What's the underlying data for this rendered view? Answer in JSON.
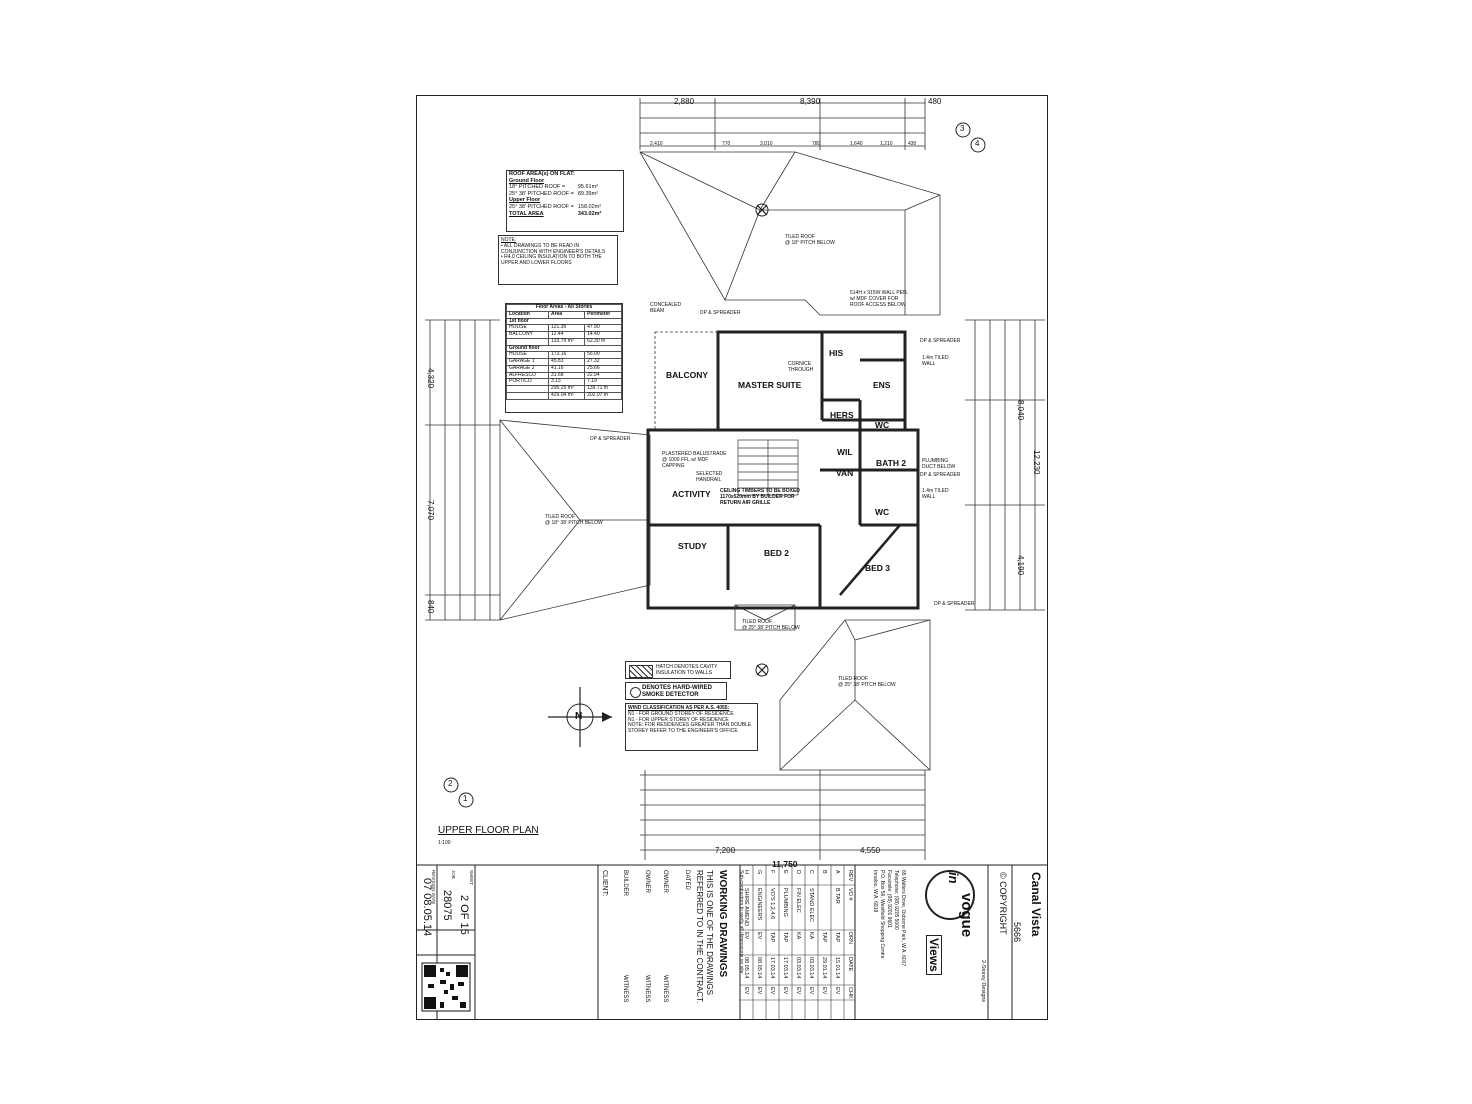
{
  "drawing": {
    "title": "UPPER FLOOR PLAN",
    "scale": "1:100",
    "top_dims": [
      "2,880",
      "8,390",
      "480",
      "2,410",
      "770",
      "3,010",
      "780",
      "1,640",
      "1,210",
      "430"
    ],
    "bottom_dims": [
      "7,200",
      "4,550",
      "11,750"
    ],
    "left_dims": [
      "4,320",
      "7,070",
      "840"
    ],
    "right_dims": [
      "8,040",
      "12,230",
      "4,190"
    ],
    "rooms": {
      "master_suite": "MASTER SUITE",
      "balcony": "BALCONY",
      "his": "HIS",
      "ens": "ENS",
      "hers": "HERS",
      "wc1": "WC",
      "wil": "WIL",
      "van": "VAN",
      "bath2": "BATH 2",
      "activity": "ACTIVITY",
      "wc2": "WC",
      "study": "STUDY",
      "bed2": "BED 2",
      "bed3": "BED 3"
    },
    "annotations": {
      "tiled_roof_top": "TILED ROOF\n@ 18° PITCH BELOW",
      "tiled_roof_left": "TILED ROOF\n@ 18° 38' PITCH BELOW",
      "tiled_roof_bottom": "TILED ROOF\n@ 25° 38' PITCH BELOW",
      "tiled_roof_small": "TILED ROOF\n@ 25° 38' PITCH BELOW",
      "dp_spreader_1": "DP & SPREADER",
      "dp_spreader_2": "DP & SPREADER",
      "dp_spreader_3": "DP & SPREADER",
      "dp_spreader_4": "DP & SPREADER",
      "dp_spreader_5": "DP & SPREADER",
      "concealed_beam": "CONCEALED\nBEAM",
      "wall_pen": "514H x 915W WALL PEN.\nw/ MDF COVER FOR\nROOF ACCESS BELOW",
      "cornice": "CORNICE\nTHROUGH",
      "ceiling_timbers": "CEILING TIMBERS TO BE BOXED\n1170x520mm BY BUILDER FOR\nRETURN AIR GRILLE",
      "plastered_balustrade": "PLASTERED BALUSTRADE\n@ 1000 FFL w/ MDF\nCAPPING",
      "selected_handrail": "SELECTED\nHANDRAIL",
      "plumbing_duct": "PLUMBING\nDUCT BELOW",
      "tiled_wall_1": "1.4m TILED\nWALL",
      "tiled_wall_2": "1.4m TILED\nWALL"
    },
    "roof_areas": {
      "heading": "ROOF AREA(s) ON FLAT:",
      "ground_floor": "Ground Floor",
      "row1_label": "18° PITCHED ROOF =",
      "row1_value": "95.61m²",
      "row2_label": "25° 38' PITCHED ROOF =",
      "row2_value": "89.39m²",
      "upper_floor": "Upper Floor",
      "row3_label": "25° 38' PITCHED ROOF =",
      "row3_value": "158.02m²",
      "total_label": "TOTAL AREA",
      "total_value": "343.02m²"
    },
    "notes": {
      "heading": "NOTE:",
      "line1": "• ALL DRAWINGS TO BE READ IN CONJUNCTION WITH ENGINEER'S DETAILS",
      "line2": "• R4.0 CEILING INSULATION TO BOTH THE UPPER AND LOWER FLOORS"
    },
    "floor_areas": {
      "heading": "Floor Areas - All Stories",
      "columns": [
        "Location",
        "Area",
        "Perimeter"
      ],
      "first_floor": "1st floor",
      "rows_first": [
        [
          "HOUSE",
          "121.35",
          "47.90"
        ],
        [
          "BALCONY",
          "12.44",
          "14.40"
        ],
        [
          "",
          "133.79 m²",
          "62.30 m"
        ]
      ],
      "ground_floor": "Ground floor",
      "rows_ground": [
        [
          "HOUSE",
          "173.16",
          "56.00"
        ],
        [
          "GARAGE 1",
          "45.83",
          "27.32"
        ],
        [
          "GARAGE 2",
          "41.16",
          "25.66"
        ],
        [
          "ALFRESCO",
          "31.68",
          "22.94"
        ],
        [
          "PORTICO",
          "3.13",
          "7.19"
        ],
        [
          "",
          "295.25 m²",
          "139.71 m"
        ],
        [
          "",
          "429.04 m²",
          "202.07 m"
        ]
      ]
    },
    "legend": {
      "hatch": "HATCH DENOTES CAVITY INSULATION TO WALLS",
      "smoke": "DENOTES HARD-WIRED SMOKE DETECTOR"
    },
    "wind": {
      "heading": "WIND CLASSIFICATION AS PER A.S. 4055:",
      "line1": "N1 - FOR GROUND STOREY OF RESIDENCE",
      "line2": "N1 - FOR UPPER STOREY OF RESIDENCE",
      "line3": "NOTE: FOR RESIDENCES GREATER THAN DOUBLE STOREY REFER TO THE ENGINEER'S OFFICE"
    },
    "north": "N",
    "section_markers": [
      "3",
      "4",
      "2",
      "1"
    ]
  },
  "title_block": {
    "project": "Canal Vista",
    "model_no": "5666",
    "copyright": "© COPYRIGHT",
    "brand_top": "in",
    "brand_mid": "vogue",
    "brand_bottom": "Views",
    "tagline": "2-Storey Designs",
    "address_lines": [
      "65 Walters Drive, Osborne Park, W.A. 6017",
      "Telephone: (08) 9205 5000",
      "Facsimile: (08) 9201 9601",
      "P.O. Box 56, Westfield Shopping Centre",
      "Innaloo, W.A. 6918"
    ],
    "revisions": [
      [
        "REV",
        "VO #",
        "DRN",
        "DATE",
        "CHK"
      ],
      [
        "A",
        "B TAR",
        "TAP",
        "15.01.14",
        "EV"
      ],
      [
        "B",
        "",
        "TAP",
        "29.01.14",
        "EV"
      ],
      [
        "C",
        "STAND ELEC",
        "KA",
        "03.03.14",
        "EV"
      ],
      [
        "D",
        "FIN ELEC",
        "KA",
        "03.03.14",
        "EV"
      ],
      [
        "E",
        "PLUMBING",
        "TAP",
        "17.03.14",
        "EV"
      ],
      [
        "F",
        "VO'S 1,2,4,6",
        "TAP",
        "17.03.14",
        "EV"
      ],
      [
        "G",
        "ENGINEERS",
        "EV",
        "08.05.14",
        "EV"
      ],
      [
        "H",
        "SHIRE AMEND",
        "EV",
        "08.05.14",
        "EV"
      ]
    ],
    "working_drawings": "WORKING DRAWINGS",
    "contract_line1": "THIS IS ONE OF THE DRAWINGS",
    "contract_line2": "REFERRED TO IN THE CONTRACT.",
    "dated": "DATED",
    "owner": "OWNER",
    "witness": "WITNESS",
    "builder": "BUILDER",
    "client": "CLIENT:",
    "subcontractors": "Sub-contractors to verify all dimensions on site",
    "sheet_label": "SHEET",
    "sheet": "2 OF 15",
    "job_label": "JOB",
    "job_no": "28075",
    "revision_label": "REVISION DATE",
    "revision_date": "07 08.05.14"
  }
}
